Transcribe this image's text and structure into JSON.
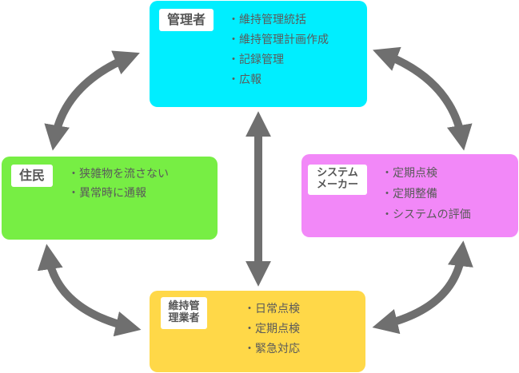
{
  "colors": {
    "admin": "#00eeff",
    "resident": "#77ee44",
    "maker": "#f288f8",
    "management": "#ffd848",
    "arrow": "#6f6f6f"
  },
  "admin": {
    "label": "管理者",
    "items": [
      "維持管理統括",
      "維持管理計画作成",
      "記録管理",
      "広報"
    ]
  },
  "resident": {
    "label": "住民",
    "items": [
      "狭雑物を流さない",
      "異常時に通報"
    ]
  },
  "maker": {
    "label_lines": [
      "システム",
      "メーカー"
    ],
    "items": [
      "定期点検",
      "定期整備",
      "システムの評価"
    ]
  },
  "management": {
    "label_lines": [
      "維持管",
      "理業者"
    ],
    "items": [
      "日常点検",
      "定期点検",
      "緊急対応"
    ]
  },
  "arrows": [
    {
      "from": "admin",
      "to": "resident"
    },
    {
      "from": "admin",
      "to": "maker"
    },
    {
      "from": "admin",
      "to": "management"
    },
    {
      "from": "resident",
      "to": "management"
    },
    {
      "from": "maker",
      "to": "management"
    }
  ]
}
